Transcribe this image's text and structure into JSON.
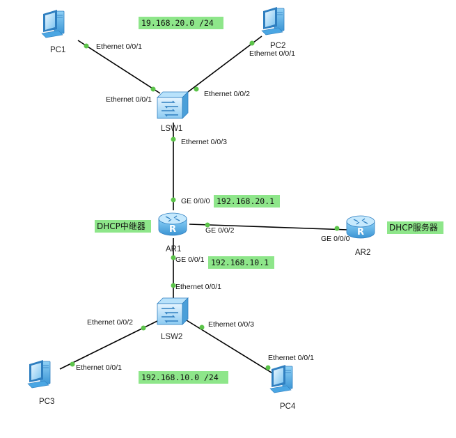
{
  "colors": {
    "link": "#000000",
    "port_dot": "#5cc44a",
    "note_bg": "#8ee68a",
    "device_blue": "#5ab4ec",
    "device_dark": "#2f7fc0"
  },
  "devices": [
    {
      "id": "pc1",
      "label": "PC1",
      "icon": "pc-icon"
    },
    {
      "id": "pc2",
      "label": "PC2",
      "icon": "pc-icon"
    },
    {
      "id": "lsw1",
      "label": "LSW1",
      "icon": "switch-icon"
    },
    {
      "id": "ar1",
      "label": "AR1",
      "icon": "router-icon"
    },
    {
      "id": "ar2",
      "label": "AR2",
      "icon": "router-icon"
    },
    {
      "id": "lsw2",
      "label": "LSW2",
      "icon": "switch-icon"
    },
    {
      "id": "pc3",
      "label": "PC3",
      "icon": "pc-icon"
    },
    {
      "id": "pc4",
      "label": "PC4",
      "icon": "pc-icon"
    }
  ],
  "ports": [
    "Ethernet 0/0/1",
    "Ethernet 0/0/1",
    "Ethernet 0/0/1",
    "Ethernet 0/0/2",
    "Ethernet 0/0/3",
    "GE 0/0/0",
    "GE 0/0/2",
    "GE 0/0/0",
    "GE 0/0/1",
    "Ethernet 0/0/1",
    "Ethernet 0/0/2",
    "Ethernet 0/0/3",
    "Ethernet 0/0/1",
    "Ethernet 0/0/1"
  ],
  "notes": [
    "19.168.20.0 /24",
    "192.168.20.1",
    "DHCP中继器",
    "DHCP服务器",
    "192.168.10.1",
    "192.168.10.0 /24"
  ]
}
